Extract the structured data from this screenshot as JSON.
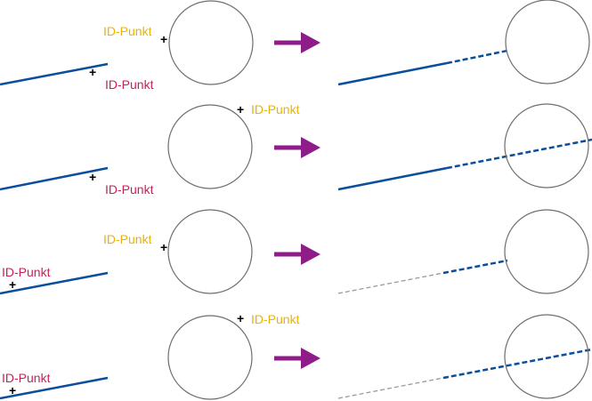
{
  "colors": {
    "line": "#0b4f9c",
    "circle": "#6e6e6e",
    "arrow": "#8e1d8a",
    "label_yellow": "#e8b400",
    "label_pink": "#cc1e5a",
    "extension_gray": "#9a9a9a",
    "cross": "#000000"
  },
  "rows": [
    {
      "circle_label": "ID-Punkt",
      "line_label": "ID-Punkt",
      "line_label_position": "below-right",
      "circle_label_position": "left",
      "result": "line extended dashed, ends at circle"
    },
    {
      "circle_label": "ID-Punkt",
      "line_label": "ID-Punkt",
      "line_label_position": "below-right",
      "circle_label_position": "right",
      "result": "line extended dashed, passes through circle"
    },
    {
      "circle_label": "ID-Punkt",
      "line_label": "ID-Punkt",
      "line_label_position": "above-left",
      "circle_label_position": "left",
      "result": "gray dashed start, blue dashed, ends at circle"
    },
    {
      "circle_label": "ID-Punkt",
      "line_label": "ID-Punkt",
      "line_label_position": "above-left",
      "circle_label_position": "right",
      "result": "gray dashed start, blue dashed, passes through circle"
    }
  ]
}
